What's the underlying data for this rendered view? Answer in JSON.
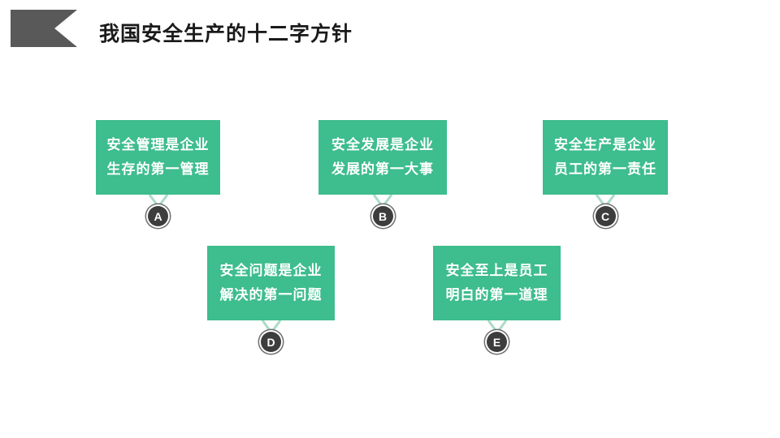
{
  "slide": {
    "title": "我国安全生产的十二字方针",
    "colors": {
      "card_green": "#3ebd8e",
      "ribbon_green": "#a9dcc7",
      "medal_dark": "#3d3d3d",
      "flag_gray": "#595959",
      "title_black": "#1a1a1a"
    },
    "items": [
      {
        "label": "A",
        "line1": "安全管理是企业",
        "line2": "生存的第一管理"
      },
      {
        "label": "B",
        "line1": "安全发展是企业",
        "line2": "发展的第一大事"
      },
      {
        "label": "C",
        "line1": "安全生产是企业",
        "line2": "员工的第一责任"
      },
      {
        "label": "D",
        "line1": "安全问题是企业",
        "line2": "解决的第一问题"
      },
      {
        "label": "E",
        "line1": "安全至上是员工",
        "line2": "明白的第一道理"
      }
    ]
  }
}
